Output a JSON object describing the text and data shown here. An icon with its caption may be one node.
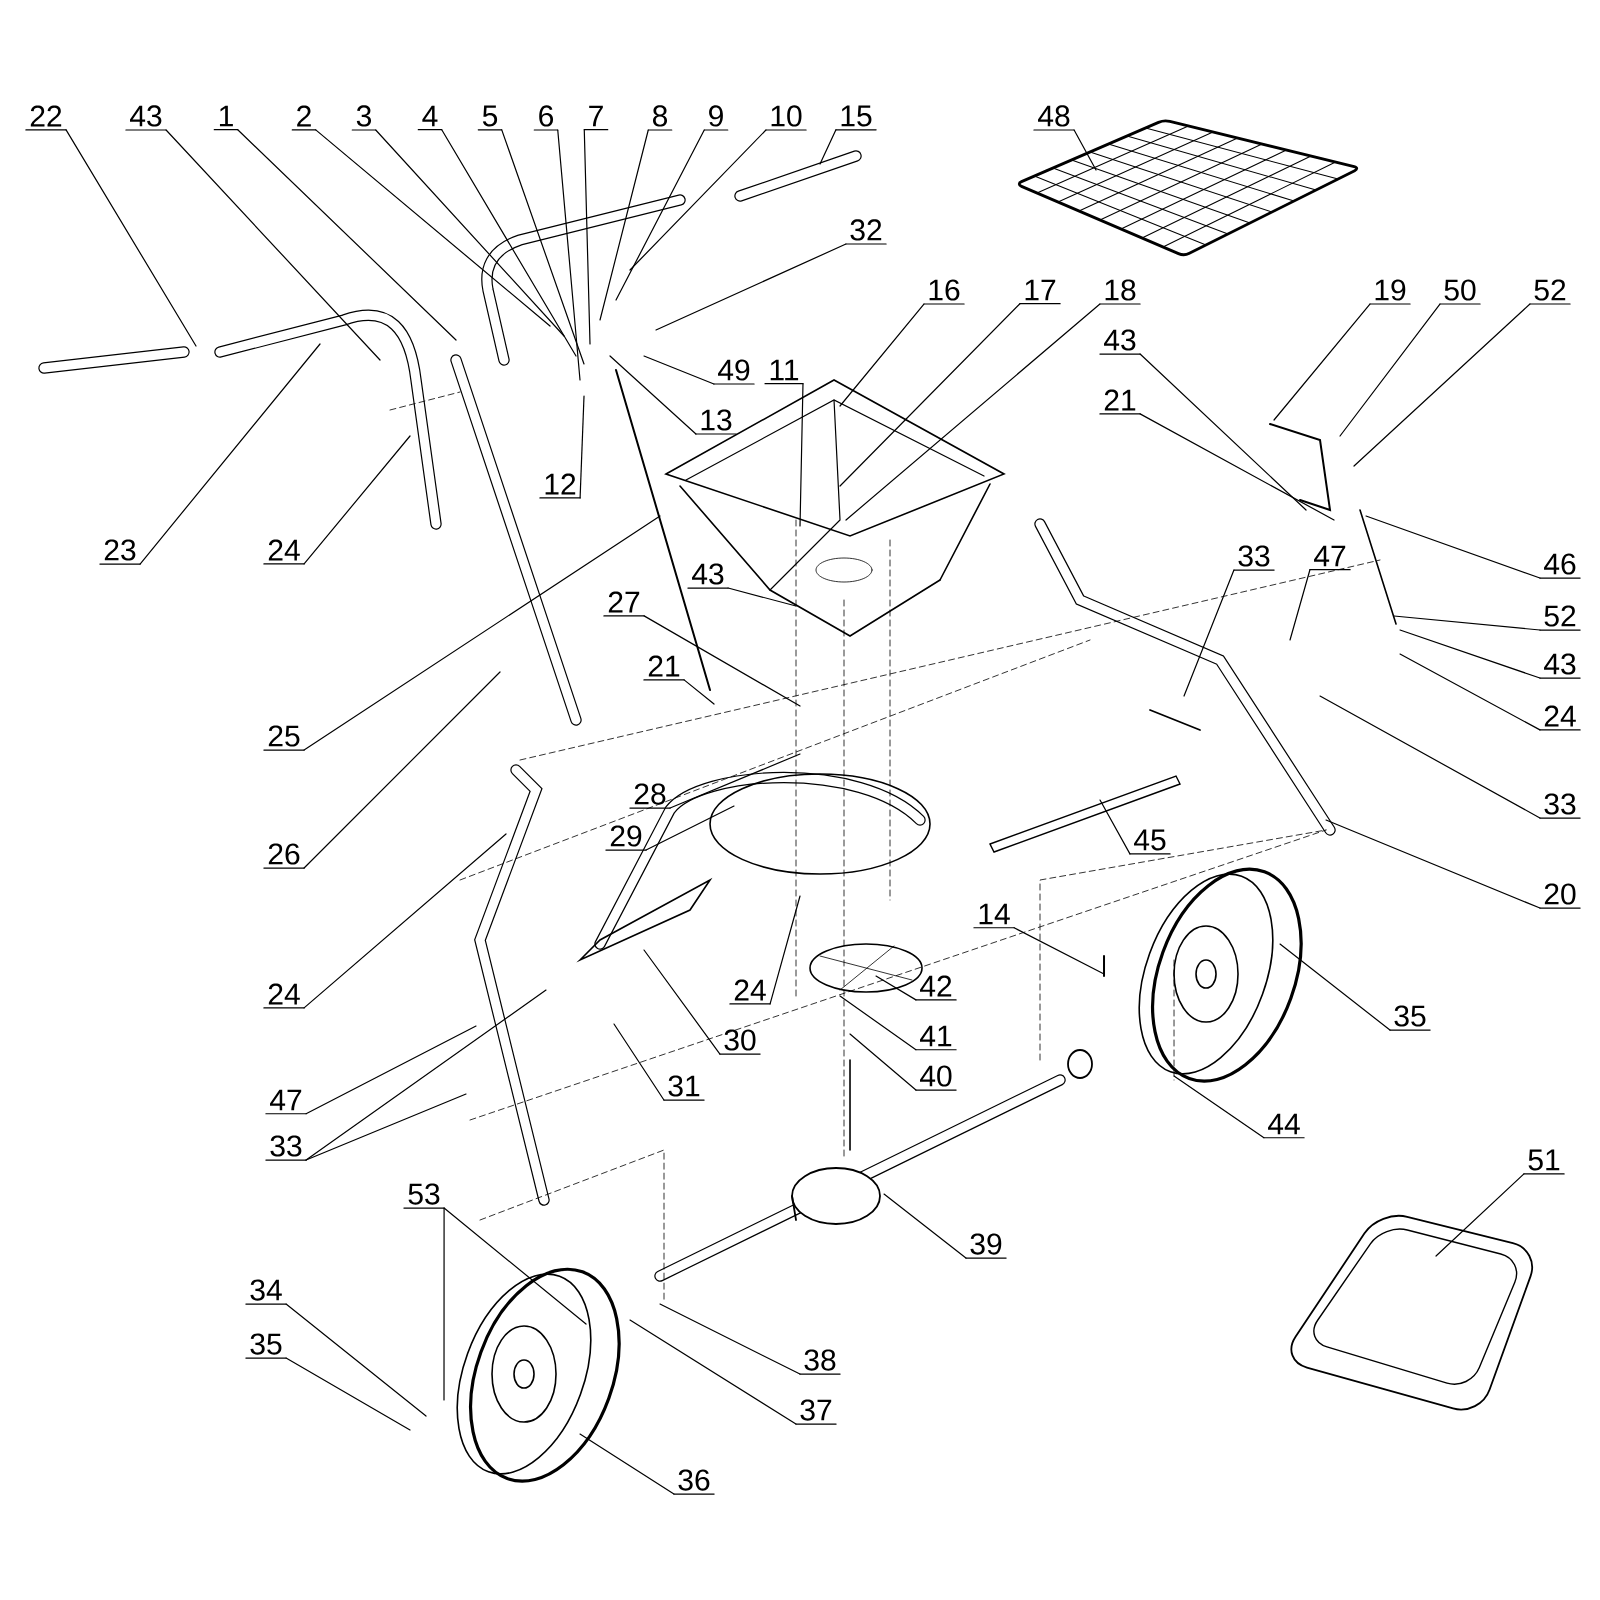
{
  "diagram": {
    "nodes": [
      {
        "text": [
          "22"
        ]
      },
      {
        "text": [
          "43"
        ]
      },
      {
        "text": [
          "1"
        ]
      },
      {
        "text": [
          "2"
        ]
      },
      {
        "text": [
          "3"
        ]
      },
      {
        "text": [
          "4"
        ]
      },
      {
        "text": [
          "5"
        ]
      },
      {
        "text": [
          "6"
        ]
      },
      {
        "text": [
          "7"
        ]
      },
      {
        "text": [
          "8"
        ]
      },
      {
        "text": [
          "9"
        ]
      },
      {
        "text": [
          "10"
        ]
      },
      {
        "text": [
          "15"
        ]
      },
      {
        "text": [
          "48"
        ]
      },
      {
        "text": [
          "32"
        ]
      },
      {
        "text": [
          "16"
        ]
      },
      {
        "text": [
          "17"
        ]
      },
      {
        "text": [
          "18"
        ]
      },
      {
        "text": [
          "19"
        ]
      },
      {
        "text": [
          "50"
        ]
      },
      {
        "text": [
          "52"
        ]
      },
      {
        "text": [
          "43"
        ]
      },
      {
        "text": [
          "49"
        ]
      },
      {
        "text": [
          "11"
        ]
      },
      {
        "text": [
          "21"
        ]
      },
      {
        "text": [
          "13"
        ]
      },
      {
        "text": [
          "12"
        ]
      },
      {
        "text": [
          "23"
        ]
      },
      {
        "text": [
          "24"
        ]
      },
      {
        "text": [
          "46"
        ]
      },
      {
        "text": [
          "43"
        ]
      },
      {
        "text": [
          "27"
        ]
      },
      {
        "text": [
          "33"
        ]
      },
      {
        "text": [
          "47"
        ]
      },
      {
        "text": [
          "52"
        ]
      },
      {
        "text": [
          "21"
        ]
      },
      {
        "text": [
          "43"
        ]
      },
      {
        "text": [
          "24"
        ]
      },
      {
        "text": [
          "25"
        ]
      },
      {
        "text": [
          "28"
        ]
      },
      {
        "text": [
          "33"
        ]
      },
      {
        "text": [
          "29"
        ]
      },
      {
        "text": [
          "26"
        ]
      },
      {
        "text": [
          "45"
        ]
      },
      {
        "text": [
          "20"
        ]
      },
      {
        "text": [
          "14"
        ]
      },
      {
        "text": [
          "42"
        ]
      },
      {
        "text": [
          "24"
        ]
      },
      {
        "text": [
          "35"
        ]
      },
      {
        "text": [
          "24"
        ]
      },
      {
        "text": [
          "41"
        ]
      },
      {
        "text": [
          "30"
        ]
      },
      {
        "text": [
          "40"
        ]
      },
      {
        "text": [
          "31"
        ]
      },
      {
        "text": [
          "47"
        ]
      },
      {
        "text": [
          "44"
        ]
      },
      {
        "text": [
          "33"
        ]
      },
      {
        "text": [
          "51"
        ]
      },
      {
        "text": [
          "53"
        ]
      },
      {
        "text": [
          "39"
        ]
      },
      {
        "text": [
          "34"
        ]
      },
      {
        "text": [
          "35"
        ]
      },
      {
        "text": [
          "38"
        ]
      },
      {
        "text": [
          "37"
        ]
      },
      {
        "text": [
          "36"
        ]
      }
    ],
    "edges": [
      {
        "from": 0,
        "to": null,
        "arrow": "none"
      },
      {
        "from": 1,
        "to": null,
        "arrow": "none"
      },
      {
        "from": 2,
        "to": null,
        "arrow": "none"
      },
      {
        "from": 3,
        "to": null,
        "arrow": "none"
      },
      {
        "from": 4,
        "to": null,
        "arrow": "none"
      },
      {
        "from": 5,
        "to": null,
        "arrow": "none"
      },
      {
        "from": 6,
        "to": null,
        "arrow": "none"
      },
      {
        "from": 7,
        "to": null,
        "arrow": "none"
      },
      {
        "from": 8,
        "to": null,
        "arrow": "none"
      },
      {
        "from": 9,
        "to": null,
        "arrow": "none"
      },
      {
        "from": 10,
        "to": null,
        "arrow": "none"
      },
      {
        "from": 11,
        "to": null,
        "arrow": "none"
      },
      {
        "from": 12,
        "to": null,
        "arrow": "none"
      },
      {
        "from": 13,
        "to": null,
        "arrow": "none"
      },
      {
        "from": 14,
        "to": null,
        "arrow": "none"
      },
      {
        "from": 15,
        "to": null,
        "arrow": "none"
      },
      {
        "from": 16,
        "to": null,
        "arrow": "none"
      },
      {
        "from": 17,
        "to": null,
        "arrow": "none"
      },
      {
        "from": 18,
        "to": null,
        "arrow": "none"
      },
      {
        "from": 19,
        "to": null,
        "arrow": "none"
      },
      {
        "from": 20,
        "to": null,
        "arrow": "none"
      },
      {
        "from": 21,
        "to": null,
        "arrow": "none"
      },
      {
        "from": 22,
        "to": null,
        "arrow": "none"
      },
      {
        "from": 23,
        "to": null,
        "arrow": "none"
      },
      {
        "from": 24,
        "to": null,
        "arrow": "none"
      },
      {
        "from": 25,
        "to": null,
        "arrow": "none"
      },
      {
        "from": 26,
        "to": null,
        "arrow": "none"
      },
      {
        "from": 27,
        "to": null,
        "arrow": "none"
      },
      {
        "from": 28,
        "to": null,
        "arrow": "none"
      },
      {
        "from": 29,
        "to": null,
        "arrow": "none"
      },
      {
        "from": 30,
        "to": null,
        "arrow": "none"
      },
      {
        "from": 31,
        "to": null,
        "arrow": "none"
      },
      {
        "from": 32,
        "to": null,
        "arrow": "none"
      },
      {
        "from": 33,
        "to": null,
        "arrow": "none"
      },
      {
        "from": 34,
        "to": null,
        "arrow": "none"
      },
      {
        "from": 35,
        "to": null,
        "arrow": "none"
      },
      {
        "from": 36,
        "to": null,
        "arrow": "none"
      },
      {
        "from": 37,
        "to": null,
        "arrow": "none"
      },
      {
        "from": 38,
        "to": null,
        "arrow": "none"
      },
      {
        "from": 39,
        "to": null,
        "arrow": "none"
      },
      {
        "from": 40,
        "to": null,
        "arrow": "none"
      },
      {
        "from": 41,
        "to": null,
        "arrow": "none"
      },
      {
        "from": 42,
        "to": null,
        "arrow": "none"
      },
      {
        "from": 43,
        "to": null,
        "arrow": "none"
      },
      {
        "from": 44,
        "to": null,
        "arrow": "none"
      },
      {
        "from": 45,
        "to": null,
        "arrow": "none"
      },
      {
        "from": 46,
        "to": null,
        "arrow": "none"
      },
      {
        "from": 47,
        "to": null,
        "arrow": "none"
      },
      {
        "from": 48,
        "to": null,
        "arrow": "none"
      },
      {
        "from": 49,
        "to": null,
        "arrow": "none"
      },
      {
        "from": 50,
        "to": null,
        "arrow": "none"
      },
      {
        "from": 51,
        "to": null,
        "arrow": "none"
      },
      {
        "from": 52,
        "to": null,
        "arrow": "none"
      },
      {
        "from": 53,
        "to": null,
        "arrow": "none"
      },
      {
        "from": 54,
        "to": null,
        "arrow": "none"
      },
      {
        "from": 55,
        "to": null,
        "arrow": "none"
      },
      {
        "from": 56,
        "to": null,
        "arrow": "none"
      },
      {
        "from": 56,
        "to": null,
        "arrow": "none"
      },
      {
        "from": 57,
        "to": null,
        "arrow": "none"
      },
      {
        "from": 58,
        "to": null,
        "arrow": "none"
      },
      {
        "from": 58,
        "to": null,
        "arrow": "none"
      },
      {
        "from": 59,
        "to": null,
        "arrow": "none"
      },
      {
        "from": 60,
        "to": null,
        "arrow": "none"
      },
      {
        "from": 61,
        "to": null,
        "arrow": "none"
      },
      {
        "from": 62,
        "to": null,
        "arrow": "none"
      },
      {
        "from": 63,
        "to": null,
        "arrow": "none"
      },
      {
        "from": 64,
        "to": null,
        "arrow": "none"
      }
    ]
  }
}
